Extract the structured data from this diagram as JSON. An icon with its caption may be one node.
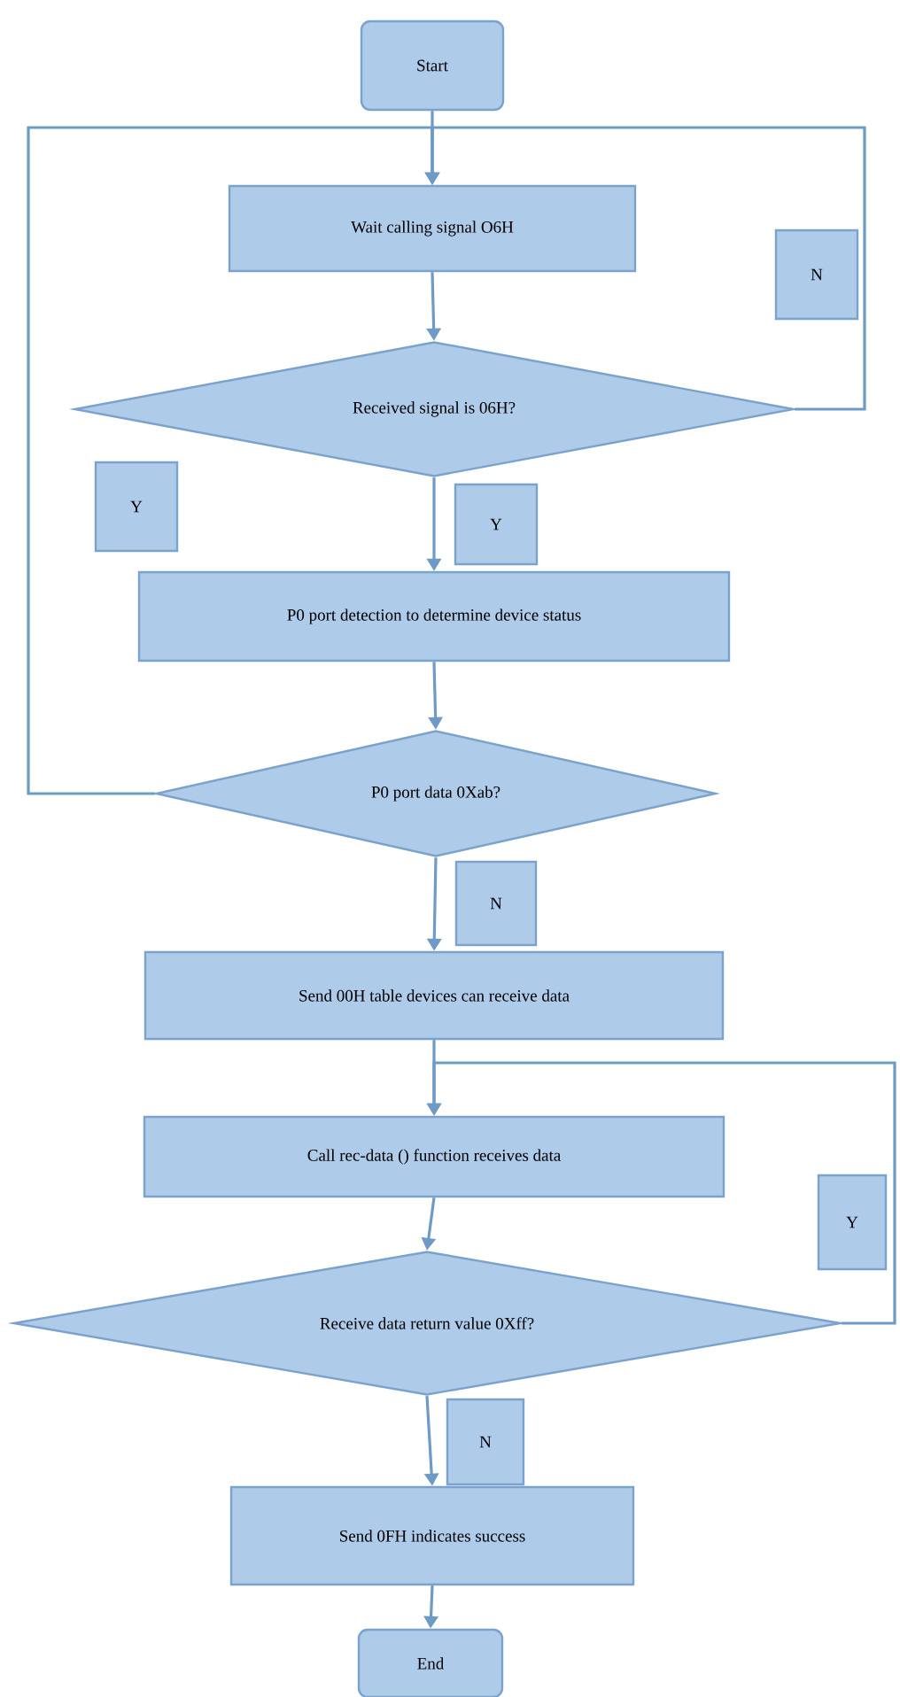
{
  "diagram": {
    "nodes": [
      {
        "text": [
          "Start"
        ]
      },
      {
        "text": [
          "Wait calling signal O6H"
        ]
      },
      {
        "text": [
          "N"
        ]
      },
      {
        "text": [
          "Received signal is 06H?"
        ]
      },
      {
        "text": [
          "Y"
        ]
      },
      {
        "text": [
          "Y"
        ]
      },
      {
        "text": [
          "P0 port detection to determine device status"
        ]
      },
      {
        "text": [
          "P0 port data 0Xab?"
        ]
      },
      {
        "text": [
          "N"
        ]
      },
      {
        "text": [
          "Send 00H table devices can receive data"
        ]
      },
      {
        "text": [
          "Call rec-data () function receives data"
        ]
      },
      {
        "text": [
          "Y"
        ]
      },
      {
        "text": [
          "Receive data return value 0Xff?"
        ]
      },
      {
        "text": [
          "N"
        ]
      },
      {
        "text": [
          "Send 0FH indicates success"
        ]
      },
      {
        "text": [
          "End"
        ]
      }
    ],
    "edges": [
      {
        "from": 0,
        "to": 1,
        "arrow": "to"
      },
      {
        "from": 3,
        "to": 1,
        "arrow": "to"
      },
      {
        "from": 7,
        "to": 1,
        "arrow": "to"
      },
      {
        "from": 1,
        "to": 3,
        "arrow": "to"
      },
      {
        "from": 3,
        "to": 6,
        "arrow": "to"
      },
      {
        "from": 6,
        "to": 7,
        "arrow": "to"
      },
      {
        "from": 7,
        "to": 9,
        "arrow": "to"
      },
      {
        "from": 9,
        "to": 10,
        "arrow": "to"
      },
      {
        "from": 12,
        "to": 10,
        "arrow": "to"
      },
      {
        "from": 10,
        "to": 12,
        "arrow": "to"
      },
      {
        "from": 12,
        "to": 14,
        "arrow": "to"
      },
      {
        "from": 14,
        "to": 15,
        "arrow": "to"
      }
    ]
  }
}
